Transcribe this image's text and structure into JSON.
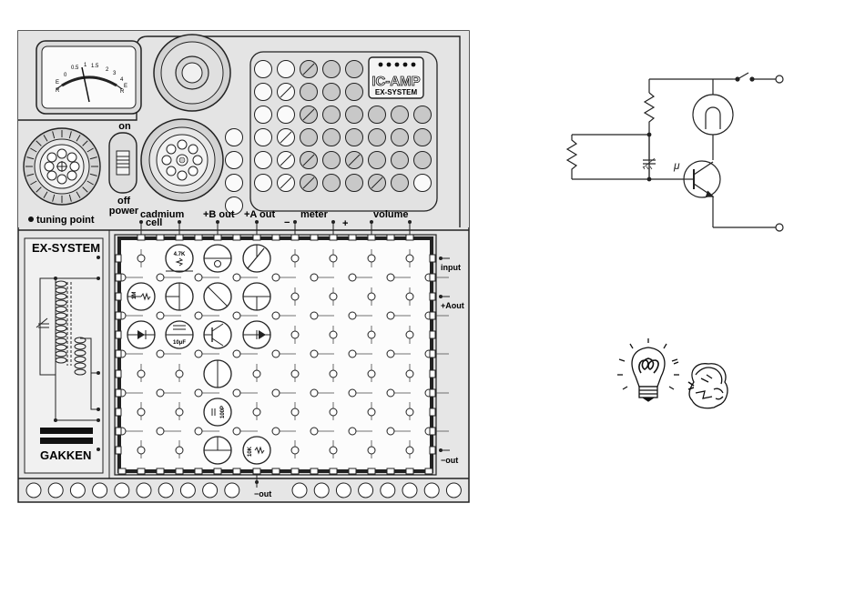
{
  "panel": {
    "meter_ticks": [
      "0",
      "0.5",
      "1",
      "1.5",
      "2",
      "3",
      "4",
      "E",
      "R",
      "E",
      "R"
    ],
    "switch_on": "on",
    "switch_off": "off",
    "power": "power",
    "tuning_point": "tuning point",
    "cadmium": "cadmium",
    "cell": "cell",
    "b_out": "+B out",
    "a_out": "+A out",
    "meter": "meter",
    "meter_minus": "−",
    "meter_plus": "+",
    "volume": "volume",
    "brand_system": "EX-SYSTEM",
    "brand_maker": "GAKKEN",
    "input": "input",
    "a_out_right": "+Aout",
    "out_right": "−out",
    "out_bottom": "−out",
    "badge_top": "IC-AMP",
    "badge_bottom": "EX-SYSTEM"
  },
  "components": {
    "resistor_47k": "4.7K",
    "resistor_1m": "1M",
    "capacitor_mfd": "10μF",
    "capacitor_100p": "100P",
    "resistor_10k": "10K"
  },
  "schematic": {
    "transistor_label": "μ"
  },
  "colors": {
    "panel": "#e6e6e6",
    "lines": "#222222",
    "highlight_hole": "#c8c8c8"
  }
}
